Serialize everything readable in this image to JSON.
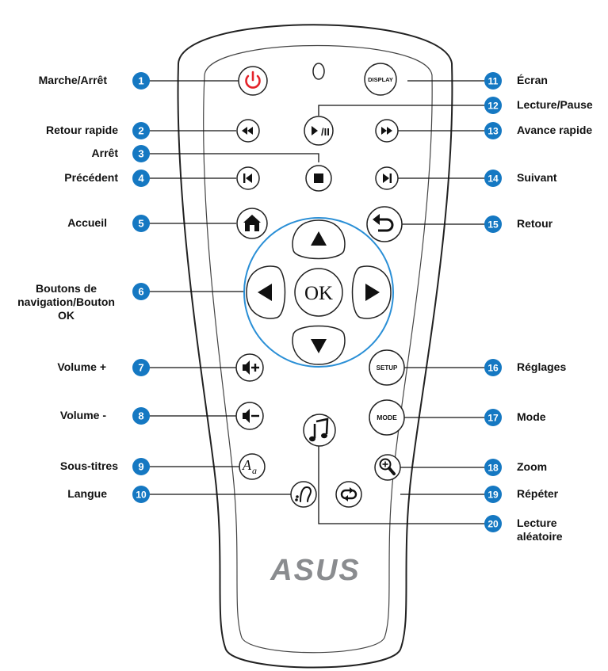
{
  "brand": "ASUS",
  "colors": {
    "callout": "#1578c2",
    "power_icon": "#e4232a",
    "nav_ring": "#2a8fd6",
    "outline": "#222222",
    "logo": "#8a8c8f"
  },
  "callouts": [
    {
      "number": "1",
      "label": "Marche/Arrêt"
    },
    {
      "number": "2",
      "label": "Retour rapide"
    },
    {
      "number": "3",
      "label": "Arrêt"
    },
    {
      "number": "4",
      "label": "Précédent"
    },
    {
      "number": "5",
      "label": "Accueil"
    },
    {
      "number": "6",
      "label_lines": [
        "Boutons de",
        "navigation/Bouton",
        "OK"
      ]
    },
    {
      "number": "7",
      "label": "Volume +"
    },
    {
      "number": "8",
      "label": "Volume -"
    },
    {
      "number": "9",
      "label": "Sous-titres"
    },
    {
      "number": "10",
      "label": "Langue"
    },
    {
      "number": "11",
      "label": "Écran"
    },
    {
      "number": "12",
      "label": "Lecture/Pause"
    },
    {
      "number": "13",
      "label": "Avance rapide"
    },
    {
      "number": "14",
      "label": "Suivant"
    },
    {
      "number": "15",
      "label": "Retour"
    },
    {
      "number": "16",
      "label": "Réglages"
    },
    {
      "number": "17",
      "label": "Mode"
    },
    {
      "number": "18",
      "label": "Zoom"
    },
    {
      "number": "19",
      "label": "Répéter"
    },
    {
      "number": "20",
      "label_lines": [
        "Lecture",
        "aléatoire"
      ]
    }
  ],
  "buttons": {
    "display": "DISPLAY",
    "setup": "SETUP",
    "mode": "MODE",
    "ok": "OK",
    "play_pause": "▶/II"
  }
}
